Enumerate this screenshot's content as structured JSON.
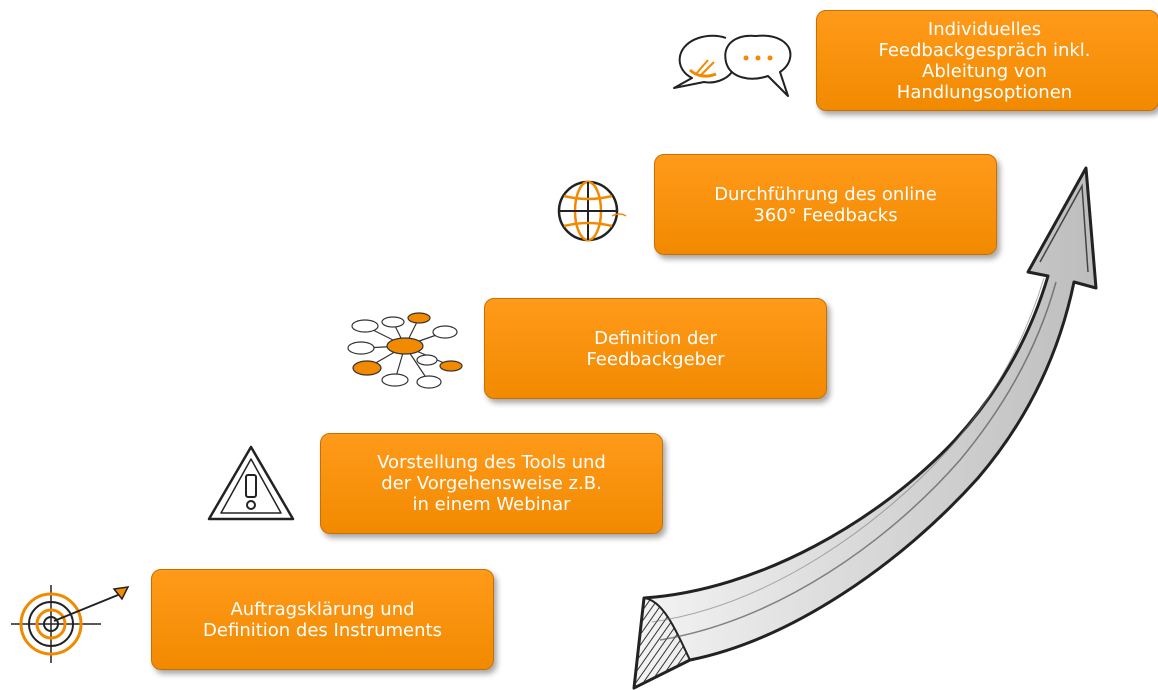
{
  "colors": {
    "accent": "#f28a00",
    "accent_border": "#c86f00",
    "text_on_accent": "#ffffff",
    "sketch": "#222222"
  },
  "steps": [
    {
      "label": "Auftragsklärung und\nDefinition des Instruments",
      "icon": "target-dart-icon"
    },
    {
      "label": "Vorstellung des Tools und\nder Vorgehensweise z.B.\nin einem Webinar",
      "icon": "warning-triangle-icon"
    },
    {
      "label": "Definition der\nFeedbackgeber",
      "icon": "network-map-icon"
    },
    {
      "label": "Durchführung des online\n360° Feedbacks",
      "icon": "globe-icon"
    },
    {
      "label": "Individuelles\nFeedbackgespräch inkl.\nAbleitung von\nHandlungsoptionen",
      "icon": "speech-bubbles-icon"
    }
  ],
  "arrow": {
    "icon": "rising-arrow-icon"
  }
}
